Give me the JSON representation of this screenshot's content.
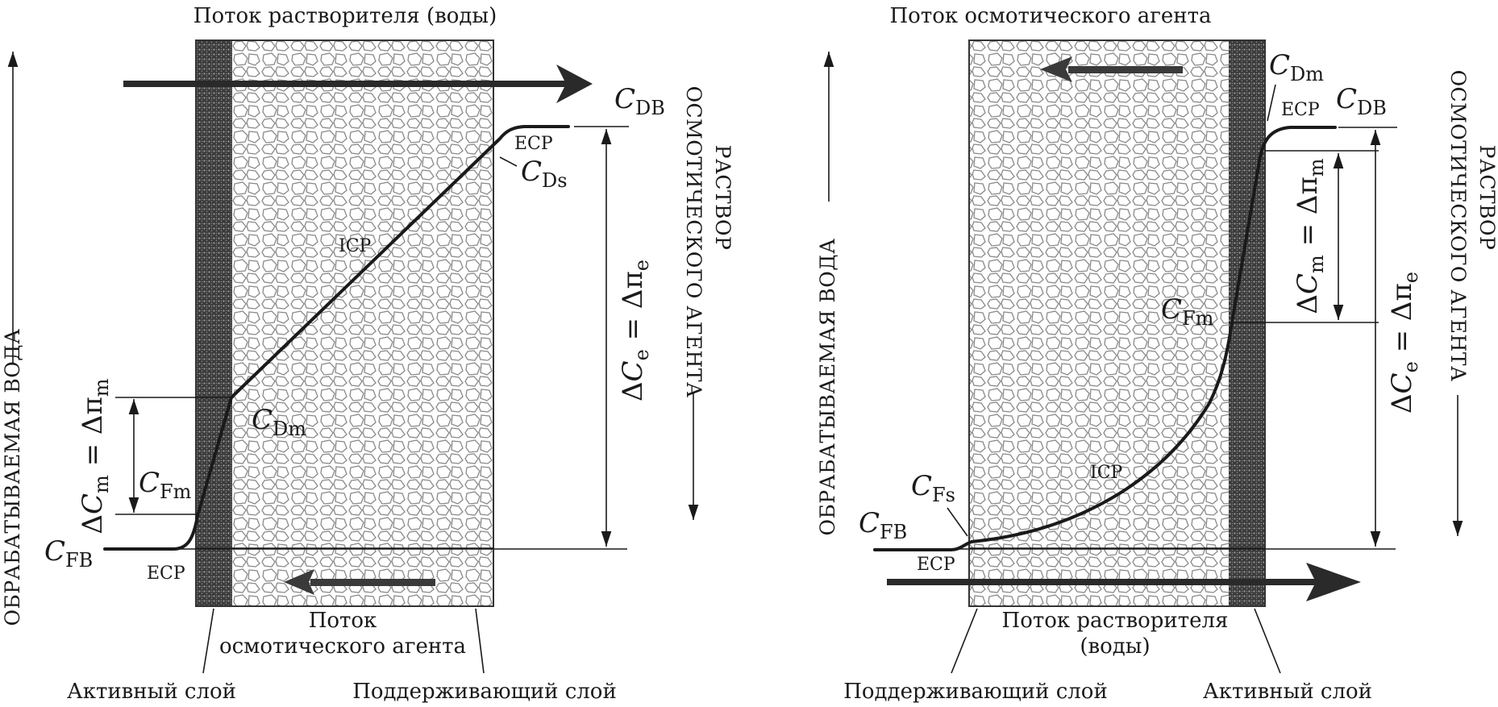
{
  "left": {
    "top_caption": "Поток растворителя (воды)",
    "left_vertical": "ОБРАБАТЫВАЕМАЯ ВОДА",
    "right_vertical_1": "РАСТВОР",
    "right_vertical_2": "ОСМОТИЧЕСКОГО АГЕНТА",
    "bottom_flow_1": "Поток",
    "bottom_flow_2": "осмотического агента",
    "active_layer": "Активный слой",
    "support_layer": "Поддерживающий слой",
    "ecp_top": "ECP",
    "ecp_bottom": "ECP",
    "icp": "ICP",
    "c_db": {
      "c": "C",
      "sub": "DB"
    },
    "c_ds": {
      "c": "C",
      "sub": "Ds"
    },
    "c_dm": {
      "c": "C",
      "sub": "Dm"
    },
    "c_fm": {
      "c": "C",
      "sub": "Fm"
    },
    "c_fb": {
      "c": "C",
      "sub": "FB"
    },
    "delta_m": {
      "delta": "Δ",
      "c": "C",
      "c_sub": "m",
      "eq": " = Δπ",
      "pi_sub": "m"
    },
    "delta_e": {
      "delta": "Δ",
      "c": "C",
      "c_sub": "e",
      "eq": " = Δπ",
      "pi_sub": "e"
    }
  },
  "right": {
    "top_caption": "Поток осмотического агента",
    "left_vertical": "ОБРАБАТЫВАЕМАЯ ВОДА",
    "right_vertical_1": "РАСТВОР",
    "right_vertical_2": "ОСМОТИЧЕСКОГО АГЕНТА",
    "bottom_flow_1": "Поток растворителя",
    "bottom_flow_2": "(воды)",
    "support_layer": "Поддерживающий слой",
    "active_layer": "Активный слой",
    "ecp_top": "ECP",
    "ecp_bottom": "ECP",
    "icp": "ICP",
    "c_dm": {
      "c": "C",
      "sub": "Dm"
    },
    "c_db": {
      "c": "C",
      "sub": "DB"
    },
    "c_fm": {
      "c": "C",
      "sub": "Fm"
    },
    "c_fs": {
      "c": "C",
      "sub": "Fs"
    },
    "c_fb": {
      "c": "C",
      "sub": "FB"
    },
    "delta_m": {
      "delta": "Δ",
      "c": "C",
      "c_sub": "m",
      "eq": " = Δπ",
      "pi_sub": "m"
    },
    "delta_e": {
      "delta": "Δ",
      "c": "C",
      "c_sub": "e",
      "eq": " = Δπ",
      "pi_sub": "e"
    }
  },
  "colors": {
    "line": "#1a1a1a",
    "active_layer_fill": "#3a3a3a",
    "support_pattern": "#8a8a8a",
    "arrow": "#2a2a2a"
  }
}
